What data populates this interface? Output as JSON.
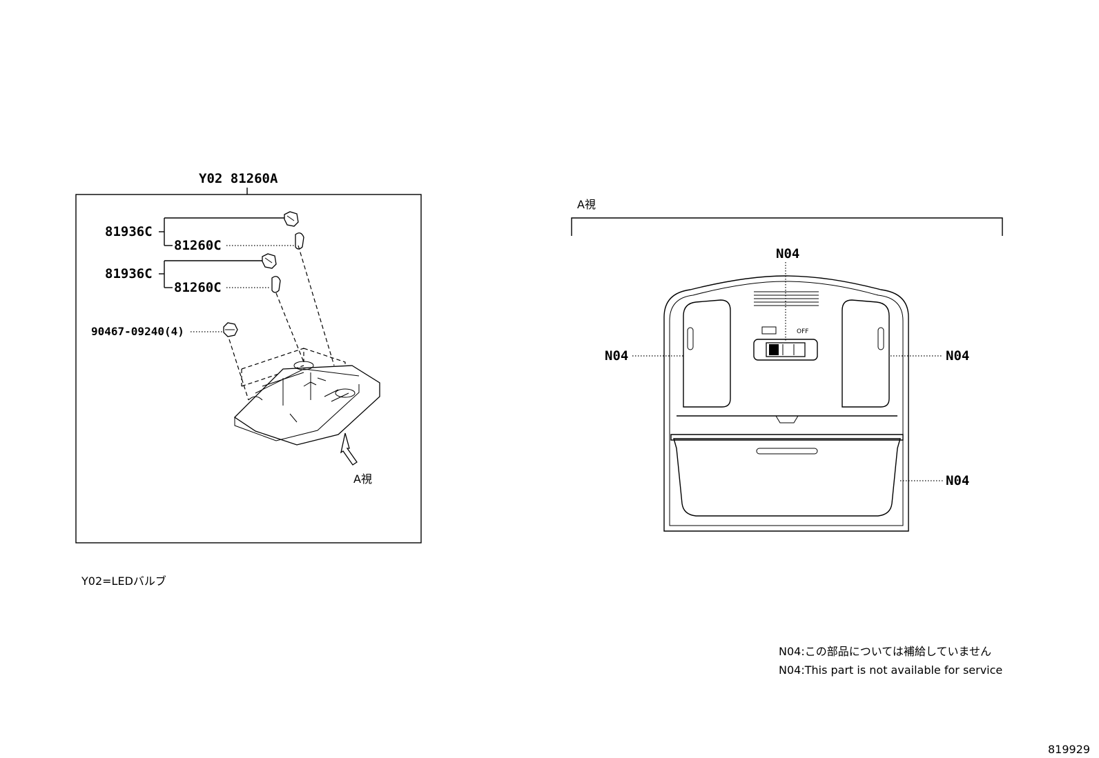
{
  "left_panel": {
    "assembly_label": "Y02 81260A",
    "callouts": [
      {
        "id": "c1",
        "text": "81936C"
      },
      {
        "id": "c2",
        "text": "81260C"
      },
      {
        "id": "c3",
        "text": "81936C"
      },
      {
        "id": "c4",
        "text": "81260C"
      },
      {
        "id": "c5",
        "text": "90467-09240(4)"
      }
    ],
    "view_marker": "A視"
  },
  "right_panel": {
    "view_title": "A視",
    "callouts": [
      {
        "id": "r1",
        "text": "N04"
      },
      {
        "id": "r2",
        "text": "N04"
      },
      {
        "id": "r3",
        "text": "N04"
      },
      {
        "id": "r4",
        "text": "N04"
      }
    ],
    "switch_off_label": "OFF"
  },
  "notes": {
    "legend_y02": "Y02=LEDバルブ",
    "n04_japanese": "N04:この部品については補給していません",
    "n04_english": "N04:This part is not available for service"
  },
  "figure_id": "819929"
}
